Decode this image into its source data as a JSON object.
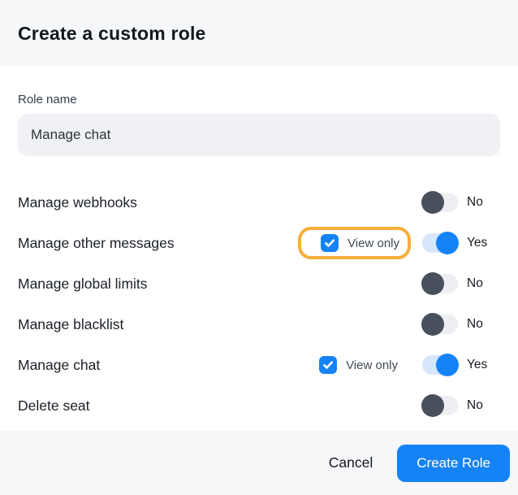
{
  "dialog": {
    "title": "Create a custom role",
    "form": {
      "role_name_label": "Role name",
      "role_name_value": "Manage chat"
    },
    "permissions": [
      {
        "label": "Manage webhooks",
        "enabled": false,
        "state_label": "No",
        "view_only": null,
        "highlighted": false
      },
      {
        "label": "Manage other messages",
        "enabled": true,
        "state_label": "Yes",
        "view_only": {
          "label": "View only",
          "checked": true
        },
        "highlighted": true
      },
      {
        "label": "Manage global limits",
        "enabled": false,
        "state_label": "No",
        "view_only": null,
        "highlighted": false
      },
      {
        "label": "Manage blacklist",
        "enabled": false,
        "state_label": "No",
        "view_only": null,
        "highlighted": false
      },
      {
        "label": "Manage chat",
        "enabled": true,
        "state_label": "Yes",
        "view_only": {
          "label": "View only",
          "checked": true
        },
        "highlighted": false
      },
      {
        "label": "Delete seat",
        "enabled": false,
        "state_label": "No",
        "view_only": null,
        "highlighted": false
      }
    ],
    "footer": {
      "cancel_label": "Cancel",
      "submit_label": "Create Role"
    }
  },
  "colors": {
    "accent_blue": "#1583f6",
    "toggle_off_knob": "#48505d",
    "toggle_off_track": "#edeef1",
    "toggle_on_track": "#d7e7fb",
    "highlight_ring": "#f7ae3c",
    "header_footer_bg": "#f6f7f9",
    "input_bg": "#eff1f4"
  }
}
